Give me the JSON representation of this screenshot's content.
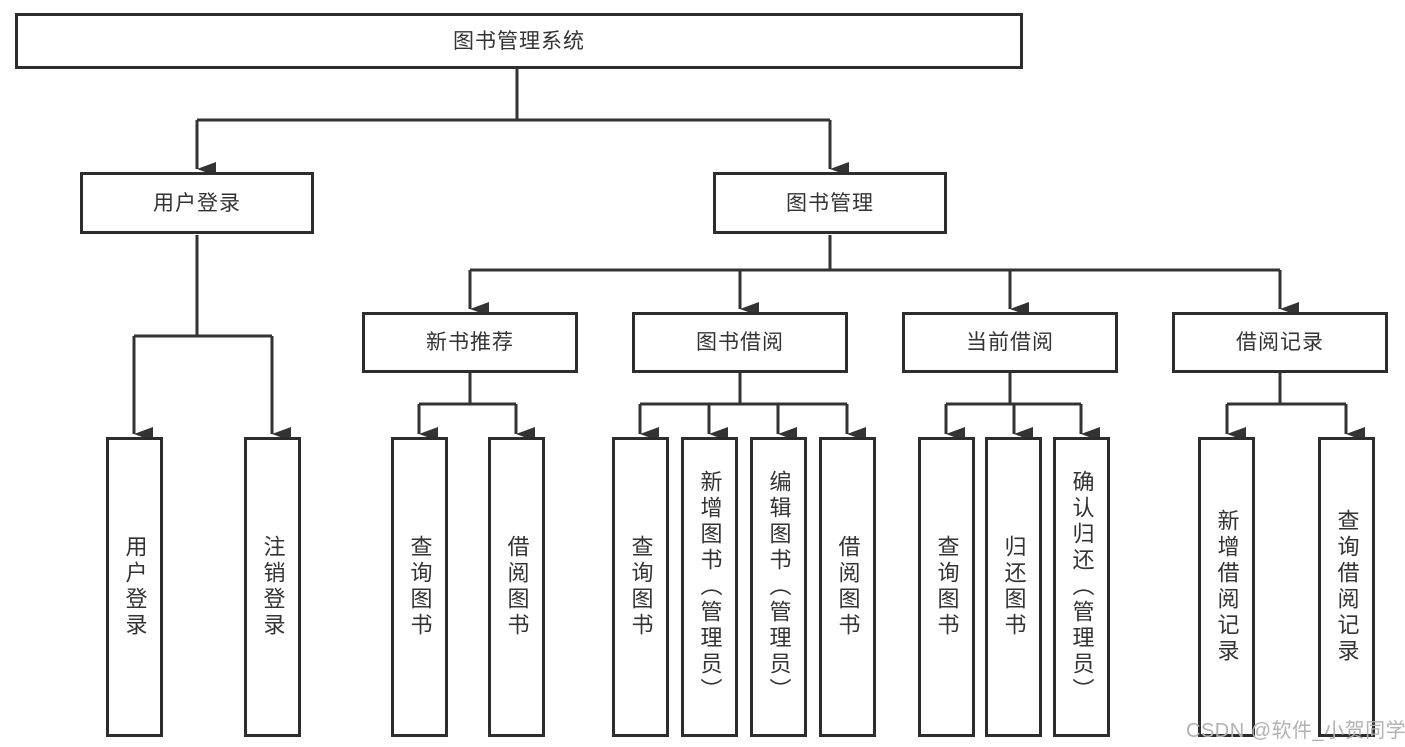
{
  "tree": {
    "root": "图书管理系统",
    "branches": [
      {
        "label": "用户登录",
        "children": [
          "用户登录",
          "注销登录"
        ]
      },
      {
        "label": "图书管理",
        "modules": [
          {
            "label": "新书推荐",
            "children": [
              "查询图书",
              "借阅图书"
            ]
          },
          {
            "label": "图书借阅",
            "children": [
              "查询图书",
              "新增图书（管理员）",
              "编辑图书（管理员）",
              "借阅图书"
            ]
          },
          {
            "label": "当前借阅",
            "children": [
              "查询图书",
              "归还图书",
              "确认归还（管理员）"
            ]
          },
          {
            "label": "借阅记录",
            "children": [
              "新增借阅记录",
              "查询借阅记录"
            ]
          }
        ]
      }
    ]
  },
  "watermark": "CSDN @软件_小贺同学",
  "colors": {
    "line": "#333333",
    "box_border": "#2d2d2d",
    "box_fill": "#ffffff",
    "text": "#333333",
    "watermark": "#b2b2b2"
  }
}
